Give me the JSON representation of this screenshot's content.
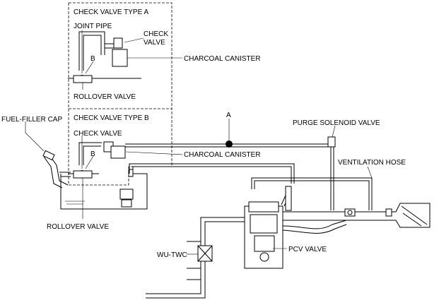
{
  "labels": {
    "check_valve_type_a": "CHECK VALVE TYPE A",
    "joint_pipe": "JOINT PIPE",
    "check_valve_a_line1": "CHECK",
    "check_valve_a_line2": "VALVE",
    "charcoal_canister_a": "CHARCOAL CANISTER",
    "point_b_a": "B",
    "rollover_valve_a": "ROLLOVER VALVE",
    "check_valve_type_b": "CHECK VALVE TYPE B",
    "check_valve_b": "CHECK VALVE",
    "point_b_b": "B",
    "charcoal_canister_b": "CHARCOAL CANISTER",
    "fuel_filler_cap": "FUEL-FILLER CAP",
    "point_a": "A",
    "purge_solenoid_valve": "PURGE SOLENOID VALVE",
    "ventilation_hose": "VENTILATION HOSE",
    "rollover_valve_main": "ROLLOVER VALVE",
    "wu_twc": "WU-TWC",
    "pcv_valve": "PCV VALVE"
  }
}
